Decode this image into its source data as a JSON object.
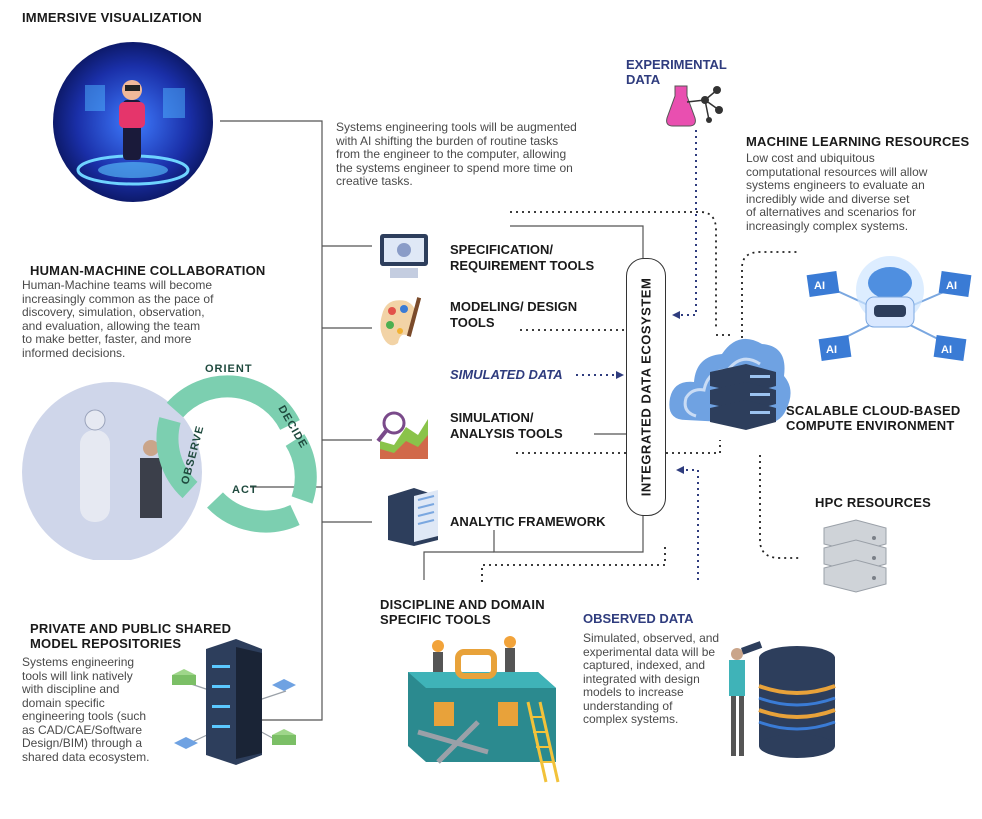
{
  "immersive": {
    "title": "IMMERSIVE VISUALIZATION"
  },
  "experimental": {
    "line1": "EXPERIMENTAL",
    "line2": "DATA"
  },
  "ai_note": {
    "line1": "Systems engineering tools will be augmented",
    "line2": "with AI shifting the burden of routine tasks",
    "line3": "from the engineer to the computer, allowing",
    "line4": "the systems engineer to spend more time on",
    "line5": "creative tasks."
  },
  "ml": {
    "title": "MACHINE LEARNING RESOURCES",
    "line1": "Low cost and ubiquitous",
    "line2": "computational resources will allow",
    "line3": "systems engineers to evaluate an",
    "line4": "incredibly wide and diverse set",
    "line5": "of alternatives and scenarios for",
    "line6": "increasingly complex systems.",
    "chip": "AI"
  },
  "hmc": {
    "title": "HUMAN-MACHINE COLLABORATION",
    "line1": "Human-Machine teams will become",
    "line2": "increasingly common as the pace of",
    "line3": "discovery, simulation, observation,",
    "line4": "and evaluation, allowing the team",
    "line5": "to make better, faster, and more",
    "line6": "informed decisions."
  },
  "cycle": {
    "orient": "ORIENT",
    "decide": "DECIDE",
    "act": "ACT",
    "observe": "OBSERVE"
  },
  "tools": {
    "spec1": "SPECIFICATION/",
    "spec2": "REQUIREMENT TOOLS",
    "model1": "MODELING/ DESIGN",
    "model2": "TOOLS",
    "sim1": "SIMULATION/",
    "sim2": "ANALYSIS TOOLS",
    "analytic": "ANALYTIC FRAMEWORK"
  },
  "simulated_data": "SIMULATED DATA",
  "ecosystem": "INTEGRATED DATA ECOSYSTEM",
  "cloud": {
    "line1": "SCALABLE CLOUD-BASED",
    "line2": "COMPUTE ENVIRONMENT"
  },
  "hpc": {
    "title": "HPC RESOURCES"
  },
  "repos": {
    "title1": "PRIVATE AND PUBLIC SHARED",
    "title2": "MODEL REPOSITORIES",
    "line1": "Systems engineering",
    "line2": "tools will link natively",
    "line3": "with discipline and",
    "line4": "domain specific",
    "line5": "engineering tools (such",
    "line6": "as CAD/CAE/Software",
    "line7": "Design/BIM) through a",
    "line8": "shared data ecosystem."
  },
  "discipline": {
    "line1": "DISCIPLINE AND DOMAIN",
    "line2": "SPECIFIC TOOLS"
  },
  "observed": {
    "title": "OBSERVED DATA",
    "line1": "Simulated, observed, and",
    "line2": "experimental data will be",
    "line3": "captured, indexed, and",
    "line4": "integrated with design",
    "line5": "models to increase",
    "line6": "understanding of",
    "line7": "complex systems."
  },
  "colors": {
    "navy": "#2f3c7e",
    "cycle_green": "#7ccfb0",
    "cloud": "#5a93d6",
    "server": "#2d3e5c"
  }
}
